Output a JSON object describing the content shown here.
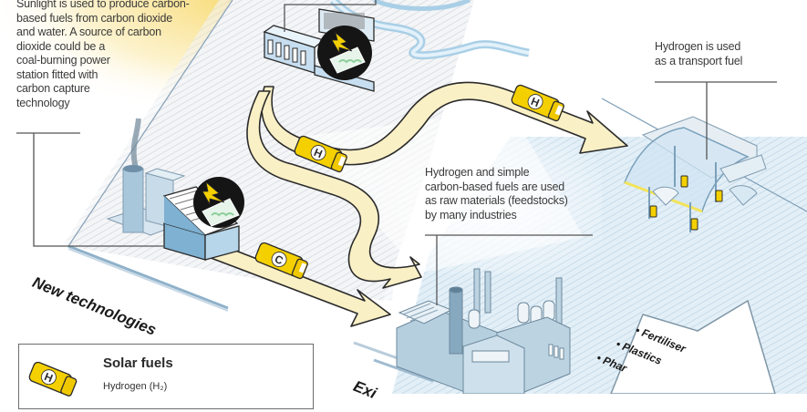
{
  "callouts": {
    "sunlight": "Sunlight is used to produce carbon-based fuels from carbon dioxide and water. A source of carbon dioxide could be a coal-burning power station fitted with carbon capture technology",
    "sunlight_lines": [
      "Sunlight is used to produce carbon-",
      "based fuels from carbon dioxide",
      "and water. A source of carbon",
      "dioxide could be a",
      "coal-burning power",
      "station fitted with",
      "carbon capture",
      "technology"
    ],
    "transport_lines": [
      "Hydrogen is used",
      "as a transport fuel"
    ],
    "feedstock_lines": [
      "Hydrogen and simple",
      "carbon-based fuels are used",
      "as raw materials (feedstocks)",
      "by many industries"
    ]
  },
  "sections": {
    "new_technologies": "New technologies",
    "existing": "Exi"
  },
  "products": [
    "• Fertiliser",
    "• Plastics",
    "• Phar"
  ],
  "trucks": [
    {
      "id": "truck-top",
      "letter": "H",
      "cargo": "hydrogen"
    },
    {
      "id": "truck-middle",
      "letter": "H",
      "cargo": "hydrogen"
    },
    {
      "id": "truck-bottom",
      "letter": "C",
      "cargo": "carbon-based fuel"
    }
  ],
  "legend": {
    "title": "Solar fuels",
    "items": [
      {
        "letter": "H",
        "label": "Hydrogen (H₂)"
      }
    ]
  },
  "colors": {
    "platform_stripe": "#dfe3e8",
    "platform_edge": "#7fa3bf",
    "industry_blue": "#c9dde9",
    "building_blue": "#a9c7db",
    "path_fill": "#faf0c6",
    "path_stroke": "#2b2b2b",
    "truck_yellow": "#f5d000",
    "sun_glow": "#fbe9a8",
    "reactor_black": "#151515",
    "leaf_green": "#9fd4a8",
    "callout_line": "#555555"
  }
}
